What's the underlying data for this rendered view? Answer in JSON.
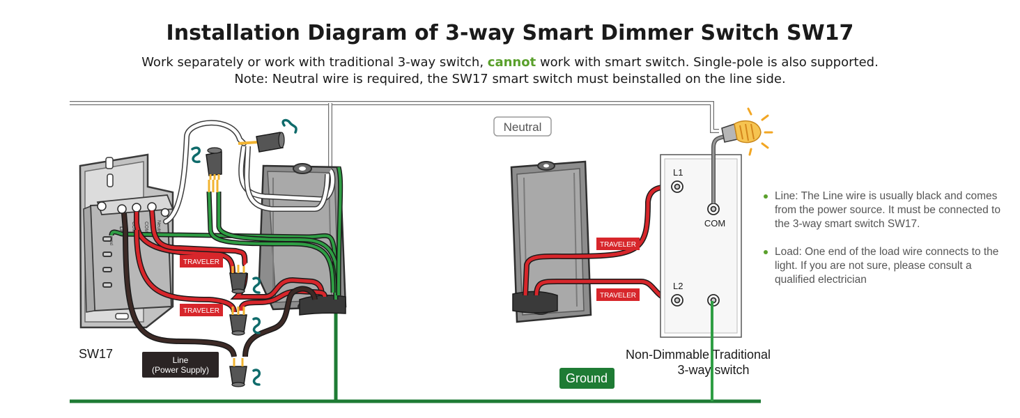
{
  "title": "Installation Diagram of 3-way Smart Dimmer Switch SW17",
  "subtitle": {
    "line1_before": "Work separately or work with traditional 3-way switch, ",
    "line1_highlight": "cannot",
    "line1_after": " work with smart switch. Single-pole is also supported.",
    "line2": "Note: Neutral wire is required, the SW17 smart switch must beinstalled on the line side."
  },
  "labels": {
    "neutral": "Neutral",
    "ground": "Ground",
    "sw17": "SW17",
    "line_power_1": "Line",
    "line_power_2": "(Power Supply)",
    "traveler": "TRAVELER",
    "l1": "L1",
    "l2": "L2",
    "com": "COM",
    "switch_name_1": "Non-Dimmable Traditional",
    "switch_name_2": "3-way switch"
  },
  "terminals": {
    "line": "Line",
    "com1": "COM1",
    "com2": "COM2",
    "neutral": "Neutral",
    "ground": "Ground"
  },
  "notes": [
    {
      "text": "Line: The Line wire is usually black and comes from the power source. It must be connected to the 3-way smart switch SW17."
    },
    {
      "text": "Load: One end of the load wire connects to the light. If you are not sure, please consult a qualified electrician"
    }
  ],
  "colors": {
    "ground_wire": "#1e7b34",
    "traveler_wire": "#c8102e",
    "line_wire": "#3a2622",
    "neutral_wire": "#ffffff",
    "accent_green": "#5aa02c",
    "label_red": "#d7262b",
    "bulb_glow": "#f2a623"
  }
}
